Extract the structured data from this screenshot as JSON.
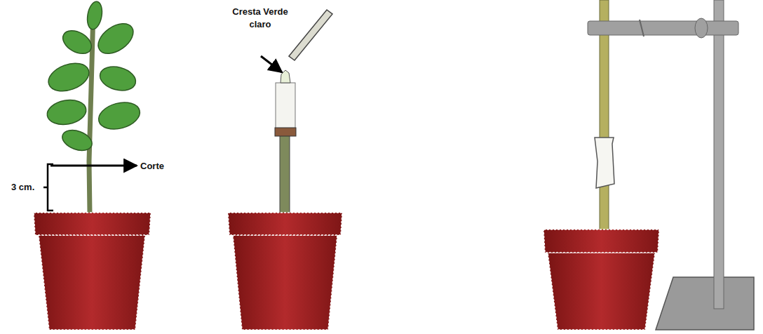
{
  "diagram": {
    "labels": [
      "3 cm.",
      "Corte",
      "Cresta Verde claro"
    ]
  }
}
